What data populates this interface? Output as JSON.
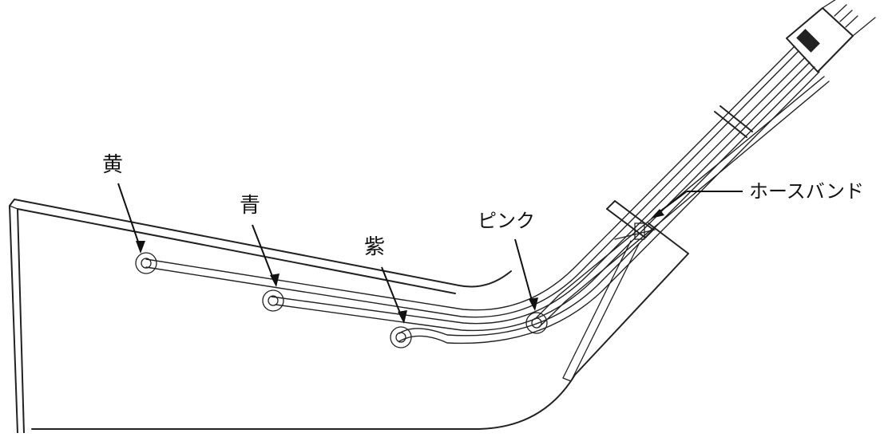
{
  "diagram": {
    "labels": {
      "yellow": "黄",
      "blue": "青",
      "purple": "紫",
      "pink": "ピンク",
      "hose_band": "ホースバンド"
    },
    "colors": {
      "line": "#222222",
      "background": "#ffffff"
    }
  }
}
